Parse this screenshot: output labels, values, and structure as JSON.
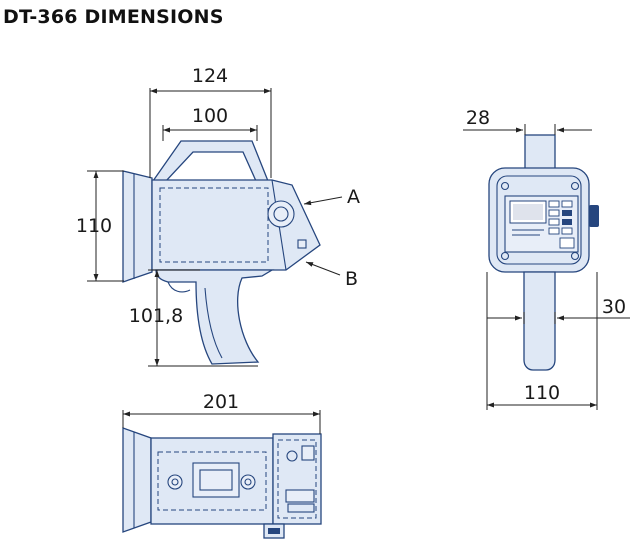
{
  "title": "DT-366  DIMENSIONS",
  "dimensions": {
    "side_top_outer": "124",
    "side_top_inner": "100",
    "side_height": "110",
    "side_grip_height": "101,8",
    "bottom_length": "201",
    "front_handle_width": "28",
    "front_handle_thickness": "30",
    "front_width": "110"
  },
  "labels": {
    "point_a": "A",
    "point_b": "B"
  },
  "colors": {
    "outline": "#26467e",
    "fill": "#dfe8f5",
    "dimension_line": "#222222"
  }
}
